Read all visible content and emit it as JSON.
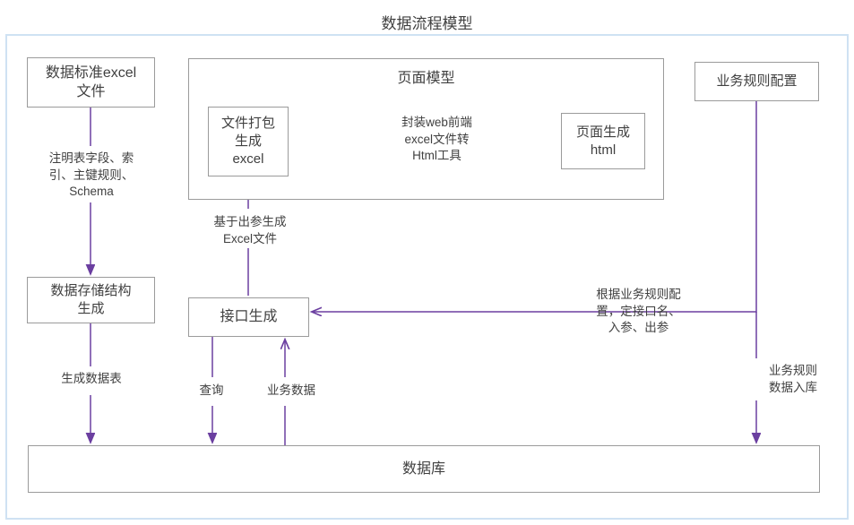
{
  "diagram": {
    "title": "数据流程模型",
    "colors": {
      "frame_border": "#cfe2f3",
      "node_border": "#9b9b9b",
      "arrow": "#6b3fa0",
      "text": "#404040",
      "background": "#ffffff"
    },
    "nodes": [
      {
        "id": "excel-standard",
        "label": "数据标准excel\n文件"
      },
      {
        "id": "page-model",
        "label": "页面模型"
      },
      {
        "id": "file-package",
        "label": "文件打包\n生成\nexcel"
      },
      {
        "id": "page-html",
        "label": "页面生成\nhtml"
      },
      {
        "id": "biz-rule-config",
        "label": "业务规则配置"
      },
      {
        "id": "data-structure",
        "label": "数据存储结构\n生成"
      },
      {
        "id": "api-generation",
        "label": "接口生成"
      },
      {
        "id": "database",
        "label": "数据库"
      }
    ],
    "edge_labels": [
      {
        "id": "schema",
        "label": "注明表字段、索\n引、主键规则、\nSchema"
      },
      {
        "id": "encapsulate",
        "label": "封装web前端\nexcel文件转\nHtml工具"
      },
      {
        "id": "excel-from-out",
        "label": "基于出参生成\nExcel文件"
      },
      {
        "id": "gen-table",
        "label": "生成数据表"
      },
      {
        "id": "query",
        "label": "查询"
      },
      {
        "id": "biz-data",
        "label": "业务数据"
      },
      {
        "id": "biz-rule-api",
        "label": "根据业务规则配\n置，定接口名、\n入参、出参"
      },
      {
        "id": "biz-rule-db",
        "label": "业务规则\n数据入库"
      }
    ],
    "edges": [
      {
        "from": "excel-standard",
        "to": "data-structure",
        "label": "注明表字段、索引、主键规则、Schema",
        "arrow": "down"
      },
      {
        "from": "data-structure",
        "to": "database",
        "label": "生成数据表",
        "arrow": "down"
      },
      {
        "from": "file-package",
        "to": "page-html",
        "label": "封装web前端excel文件转Html工具",
        "arrow": "right"
      },
      {
        "from": "api-generation",
        "to": "file-package",
        "label": "基于出参生成Excel文件",
        "arrow": "up"
      },
      {
        "from": "api-generation",
        "to": "database",
        "label": "查询",
        "arrow": "down"
      },
      {
        "from": "database",
        "to": "api-generation",
        "label": "业务数据",
        "arrow": "up"
      },
      {
        "from": "biz-rule-config",
        "to": "api-generation",
        "label": "根据业务规则配置，定接口名、入参、出参",
        "arrow": "left"
      },
      {
        "from": "biz-rule-config",
        "to": "database",
        "label": "业务规则数据入库",
        "arrow": "down"
      }
    ]
  }
}
